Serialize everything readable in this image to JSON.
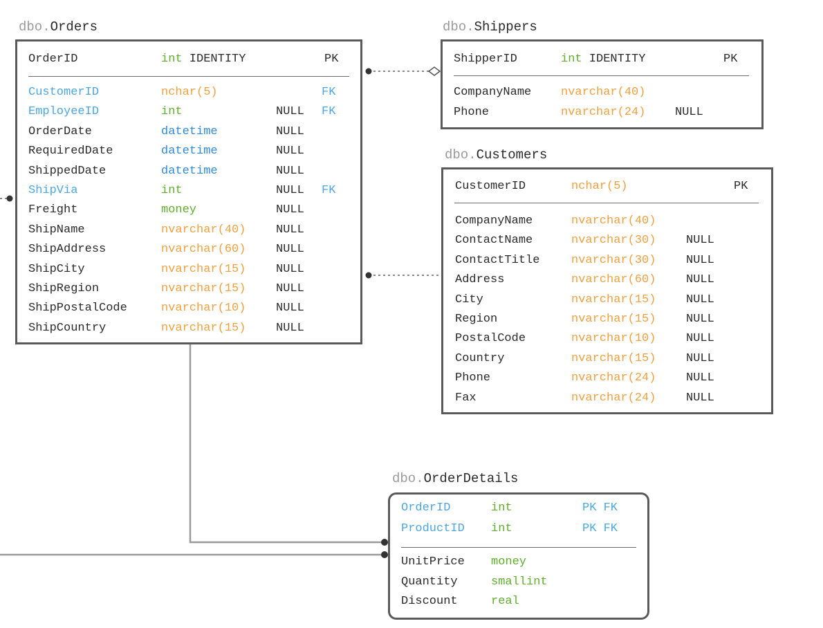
{
  "colors": {
    "key_column": "#4da6e0",
    "type_orange": "#f0a040",
    "type_green": "#5fae2e",
    "type_blue": "#2f8ad8",
    "text": "#2a2a2a",
    "schema_prefix": "#9a9a9a",
    "border": "#5a5a5a",
    "connector": "#888888"
  },
  "tables": {
    "orders": {
      "schema": "dbo.",
      "name": "Orders",
      "pk_rows": [
        {
          "column": "OrderID",
          "type": "int",
          "type_extra": " IDENTITY",
          "nullable": "",
          "keys": "PK",
          "key_color": "plain",
          "type_color": "green"
        }
      ],
      "rows": [
        {
          "column": "CustomerID",
          "type": "nchar(5)",
          "nullable": "",
          "keys": "FK",
          "key_color": "key",
          "type_color": "orange"
        },
        {
          "column": "EmployeeID",
          "type": "int",
          "nullable": "NULL",
          "keys": "FK",
          "key_color": "key",
          "type_color": "green"
        },
        {
          "column": "OrderDate",
          "type": "datetime",
          "nullable": "NULL",
          "keys": "",
          "key_color": "plain",
          "type_color": "blue"
        },
        {
          "column": "RequiredDate",
          "type": "datetime",
          "nullable": "NULL",
          "keys": "",
          "key_color": "plain",
          "type_color": "blue"
        },
        {
          "column": "ShippedDate",
          "type": "datetime",
          "nullable": "NULL",
          "keys": "",
          "key_color": "plain",
          "type_color": "blue"
        },
        {
          "column": "ShipVia",
          "type": "int",
          "nullable": "NULL",
          "keys": "FK",
          "key_color": "key",
          "type_color": "green"
        },
        {
          "column": "Freight",
          "type": "money",
          "nullable": "NULL",
          "keys": "",
          "key_color": "plain",
          "type_color": "green"
        },
        {
          "column": "ShipName",
          "type": "nvarchar(40)",
          "nullable": "NULL",
          "keys": "",
          "key_color": "plain",
          "type_color": "orange"
        },
        {
          "column": "ShipAddress",
          "type": "nvarchar(60)",
          "nullable": "NULL",
          "keys": "",
          "key_color": "plain",
          "type_color": "orange"
        },
        {
          "column": "ShipCity",
          "type": "nvarchar(15)",
          "nullable": "NULL",
          "keys": "",
          "key_color": "plain",
          "type_color": "orange"
        },
        {
          "column": "ShipRegion",
          "type": "nvarchar(15)",
          "nullable": "NULL",
          "keys": "",
          "key_color": "plain",
          "type_color": "orange"
        },
        {
          "column": "ShipPostalCode",
          "type": "nvarchar(10)",
          "nullable": "NULL",
          "keys": "",
          "key_color": "plain",
          "type_color": "orange"
        },
        {
          "column": "ShipCountry",
          "type": "nvarchar(15)",
          "nullable": "NULL",
          "keys": "",
          "key_color": "plain",
          "type_color": "orange"
        }
      ]
    },
    "shippers": {
      "schema": "dbo.",
      "name": "Shippers",
      "pk_rows": [
        {
          "column": "ShipperID",
          "type": "int",
          "type_extra": " IDENTITY",
          "nullable": "",
          "keys": "PK",
          "key_color": "plain",
          "type_color": "green"
        }
      ],
      "rows": [
        {
          "column": "CompanyName",
          "type": "nvarchar(40)",
          "nullable": "",
          "keys": "",
          "key_color": "plain",
          "type_color": "orange"
        },
        {
          "column": "Phone",
          "type": "nvarchar(24)",
          "nullable": "NULL",
          "keys": "",
          "key_color": "plain",
          "type_color": "orange"
        }
      ]
    },
    "customers": {
      "schema": "dbo.",
      "name": "Customers",
      "pk_rows": [
        {
          "column": "CustomerID",
          "type": "nchar(5)",
          "type_extra": "",
          "nullable": "",
          "keys": "PK",
          "key_color": "plain",
          "type_color": "orange"
        }
      ],
      "rows": [
        {
          "column": "CompanyName",
          "type": "nvarchar(40)",
          "nullable": "",
          "keys": "",
          "key_color": "plain",
          "type_color": "orange"
        },
        {
          "column": "ContactName",
          "type": "nvarchar(30)",
          "nullable": "NULL",
          "keys": "",
          "key_color": "plain",
          "type_color": "orange"
        },
        {
          "column": "ContactTitle",
          "type": "nvarchar(30)",
          "nullable": "NULL",
          "keys": "",
          "key_color": "plain",
          "type_color": "orange"
        },
        {
          "column": "Address",
          "type": "nvarchar(60)",
          "nullable": "NULL",
          "keys": "",
          "key_color": "plain",
          "type_color": "orange"
        },
        {
          "column": "City",
          "type": "nvarchar(15)",
          "nullable": "NULL",
          "keys": "",
          "key_color": "plain",
          "type_color": "orange"
        },
        {
          "column": "Region",
          "type": "nvarchar(15)",
          "nullable": "NULL",
          "keys": "",
          "key_color": "plain",
          "type_color": "orange"
        },
        {
          "column": "PostalCode",
          "type": "nvarchar(10)",
          "nullable": "NULL",
          "keys": "",
          "key_color": "plain",
          "type_color": "orange"
        },
        {
          "column": "Country",
          "type": "nvarchar(15)",
          "nullable": "NULL",
          "keys": "",
          "key_color": "plain",
          "type_color": "orange"
        },
        {
          "column": "Phone",
          "type": "nvarchar(24)",
          "nullable": "NULL",
          "keys": "",
          "key_color": "plain",
          "type_color": "orange"
        },
        {
          "column": "Fax",
          "type": "nvarchar(24)",
          "nullable": "NULL",
          "keys": "",
          "key_color": "plain",
          "type_color": "orange"
        }
      ]
    },
    "orderdetails": {
      "schema": "dbo.",
      "name": "OrderDetails",
      "pk_rows": [
        {
          "column": "OrderID",
          "type": "int",
          "type_extra": "",
          "nullable": "",
          "keys": "PK FK",
          "key_color": "key",
          "type_color": "green"
        },
        {
          "column": "ProductID",
          "type": "int",
          "type_extra": "",
          "nullable": "",
          "keys": "PK FK",
          "key_color": "key",
          "type_color": "green"
        }
      ],
      "rows": [
        {
          "column": "UnitPrice",
          "type": "money",
          "nullable": "",
          "keys": "",
          "key_color": "plain",
          "type_color": "green"
        },
        {
          "column": "Quantity",
          "type": "smallint",
          "nullable": "",
          "keys": "",
          "key_color": "plain",
          "type_color": "green"
        },
        {
          "column": "Discount",
          "type": "real",
          "nullable": "",
          "keys": "",
          "key_color": "plain",
          "type_color": "green"
        }
      ]
    }
  }
}
